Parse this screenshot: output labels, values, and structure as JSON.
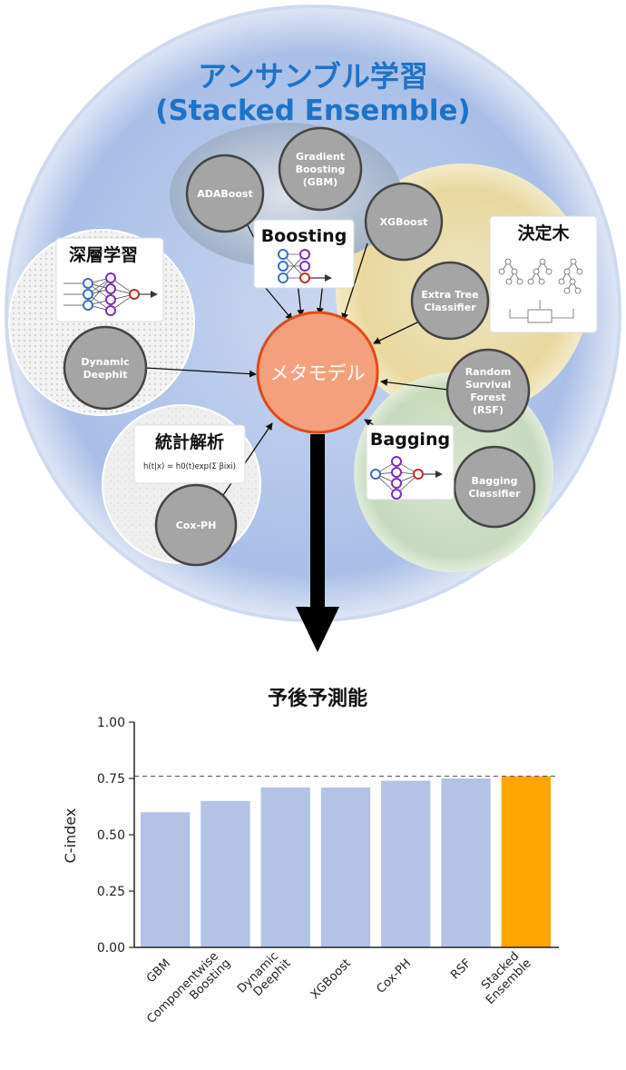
{
  "title": {
    "line1": "アンサンブル学習",
    "line2": "(Stacked Ensemble)"
  },
  "meta_model": "メタモデル",
  "groups": {
    "deep_learning": "深層学習",
    "boosting": "Boosting",
    "decision_tree": "決定木",
    "statistics": "統計解析",
    "bagging": "Bagging"
  },
  "formula": "h(t|x) = h0(t)exp(Σ βixi)",
  "models": {
    "adaboost": [
      "ADABoost"
    ],
    "gbm": [
      "Gradient",
      "Boosting",
      "(GBM)"
    ],
    "xgboost": [
      "XGBoost"
    ],
    "extra_tree": [
      "Extra Tree",
      "Classifier"
    ],
    "dynamic_deephit": [
      "Dynamic",
      "Deephit"
    ],
    "rsf": [
      "Random",
      "Survival",
      "Forest",
      "(RSF)"
    ],
    "coxph": [
      "Cox-PH"
    ],
    "bagging_classifier": [
      "Bagging",
      "Classifier"
    ]
  },
  "colors": {
    "title_blue": "#1e73c8",
    "meta_fill": "#f5a07d",
    "meta_stroke": "#e04a1a",
    "node_fill": "#a5a5a5",
    "bar": "#b3c3e6",
    "highlight": "#ffa500"
  },
  "chart_data": {
    "type": "bar",
    "title": "予後予測能",
    "ylabel": "C-index",
    "xlabel": "",
    "ylim": [
      0,
      1.0
    ],
    "yticks": [
      "0.00",
      "0.25",
      "0.50",
      "0.75",
      "1.00"
    ],
    "reference_line": 0.76,
    "categories": [
      [
        "GBM"
      ],
      [
        "Componentwise",
        "Boosting"
      ],
      [
        "Dynamic",
        "Deephit"
      ],
      [
        "XGBoost"
      ],
      [
        "Cox-PH"
      ],
      [
        "RSF"
      ],
      [
        "Stacked",
        "Ensemble"
      ]
    ],
    "values": [
      0.6,
      0.65,
      0.71,
      0.71,
      0.74,
      0.75,
      0.76
    ],
    "highlight_index": 6
  }
}
